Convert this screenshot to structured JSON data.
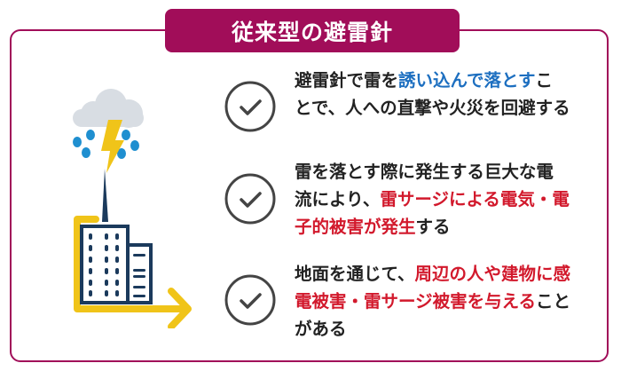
{
  "title": "従来型の避雷針",
  "colors": {
    "brand": "#a10d59",
    "blue": "#1d6fc0",
    "red": "#d2192c",
    "yellow": "#f0c419",
    "navy": "#1b3a5c"
  },
  "items": [
    {
      "lines": [
        [
          {
            "t": "避雷針で雷を",
            "c": ""
          },
          {
            "t": "誘い込んで落とす",
            "c": "blue"
          },
          {
            "t": "こ",
            "c": ""
          }
        ],
        [
          {
            "t": "とで、人への直撃や火災を回避する",
            "c": ""
          }
        ]
      ]
    },
    {
      "lines": [
        [
          {
            "t": "雷を落とす際に発生する巨大な電",
            "c": ""
          }
        ],
        [
          {
            "t": "流により、",
            "c": ""
          },
          {
            "t": "雷サージによる電気・電",
            "c": "red"
          }
        ],
        [
          {
            "t": "子的被害が発生",
            "c": "red"
          },
          {
            "t": "する",
            "c": ""
          }
        ]
      ]
    },
    {
      "lines": [
        [
          {
            "t": "地面を通じて、",
            "c": ""
          },
          {
            "t": "周辺の人や建物に感",
            "c": "red"
          }
        ],
        [
          {
            "t": "電被害・雷サージ被害を与える",
            "c": "red"
          },
          {
            "t": "こと",
            "c": ""
          }
        ],
        [
          {
            "t": "がある",
            "c": ""
          }
        ]
      ]
    }
  ]
}
